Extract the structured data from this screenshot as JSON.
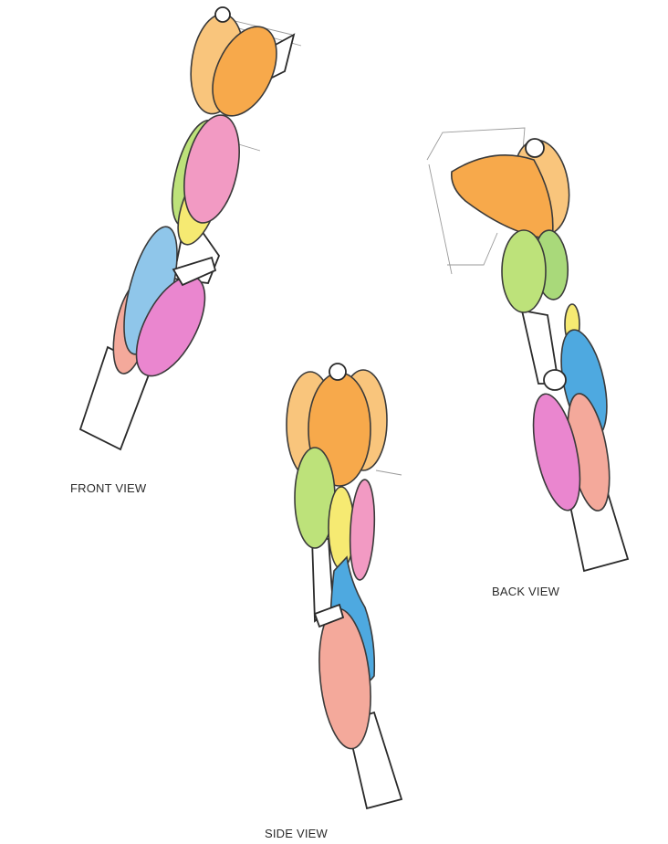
{
  "labels": {
    "front": "FRONT VIEW",
    "back": "BACK VIEW",
    "side": "SIDE VIEW"
  },
  "colors": {
    "deltoid_orange": "#f7a94b",
    "deltoid_light": "#f9c57c",
    "biceps_pink": "#f29ac3",
    "brachialis_green": "#bde27a",
    "triceps_green": "#a9d97a",
    "brachioradialis_yellow": "#f6ea72",
    "flexor_blue": "#8fc6ea",
    "extensor_blue": "#4ea9e0",
    "flexor_salmon": "#f4a99b",
    "extensor_magenta": "#ea86cf",
    "outline": "#2a2a2a"
  }
}
